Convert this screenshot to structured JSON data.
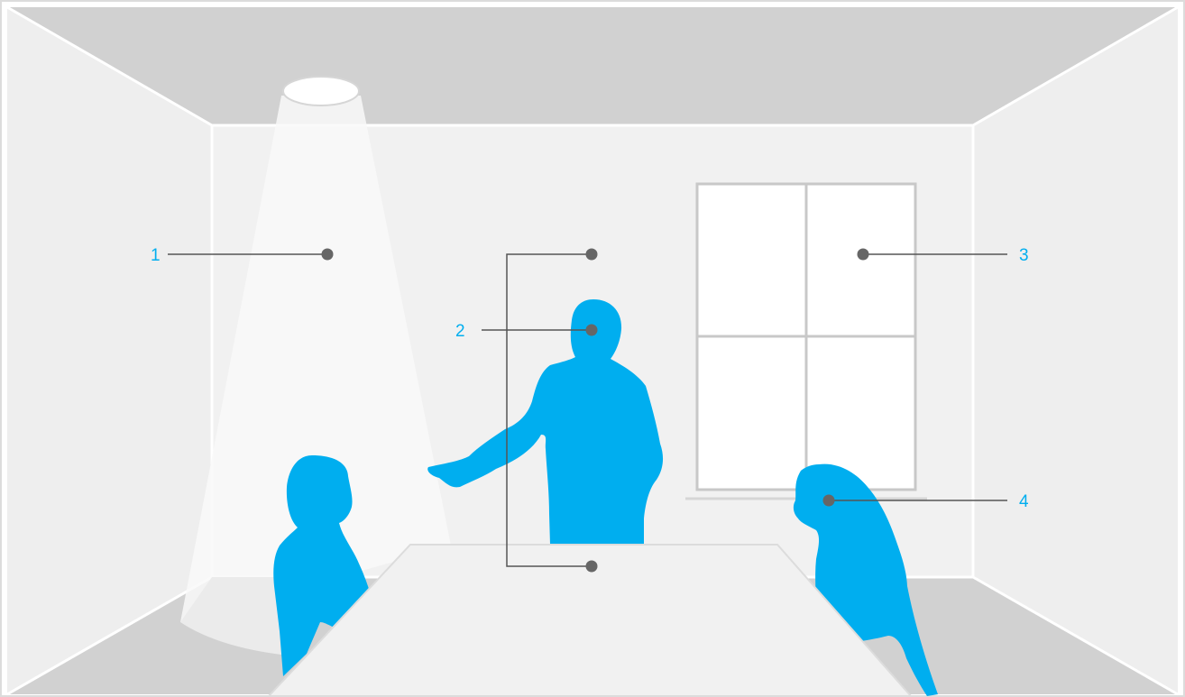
{
  "callouts": [
    {
      "id": "1",
      "label": "1"
    },
    {
      "id": "2",
      "label": "2"
    },
    {
      "id": "3",
      "label": "3"
    },
    {
      "id": "4",
      "label": "4"
    }
  ],
  "colors": {
    "accent": "#00aeef",
    "leader_line": "#555555",
    "dot": "#666666",
    "ceiling": "#d1d1d1",
    "floor": "#d1d1d1",
    "side_wall": "#eeeeee",
    "back_wall": "#f1f1f1",
    "edge": "#ffffff",
    "window_frame": "#c8c8c8",
    "window_glass": "#ffffff",
    "table": "#f1f1f1",
    "light_beam": "#f8f8f8"
  }
}
